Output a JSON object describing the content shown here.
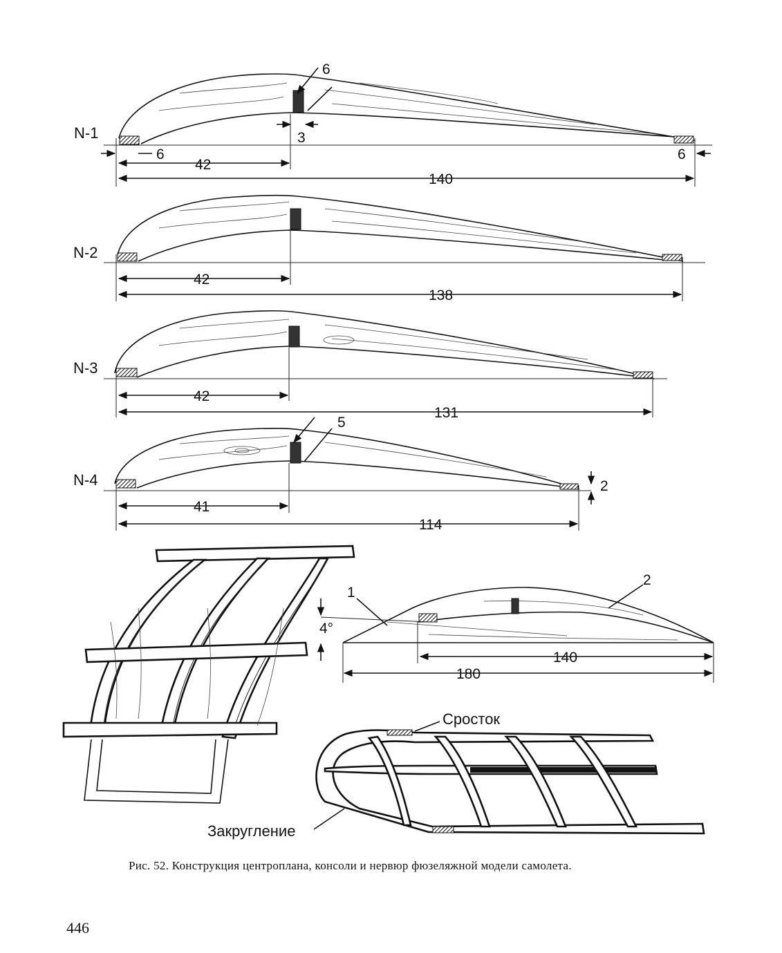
{
  "ribs": [
    {
      "label": "N-1",
      "chord": "140",
      "spar_pos": "42",
      "extra_dims": [
        "6",
        "3",
        "6",
        "6"
      ]
    },
    {
      "label": "N-2",
      "chord": "138",
      "spar_pos": "42"
    },
    {
      "label": "N-3",
      "chord": "131",
      "spar_pos": "42"
    },
    {
      "label": "N-4",
      "chord": "114",
      "spar_pos": "41",
      "extra_dims": [
        "5",
        "2"
      ]
    }
  ],
  "side_view": {
    "callout_1": "1",
    "callout_2": "2",
    "angle": "4°",
    "dim_inner": "140",
    "dim_outer": "180"
  },
  "wing_detail": {
    "splice_label": "Сросток",
    "rounding_label": "Закругление"
  },
  "caption": "Рис. 52.  Конструкция  центроплана, консоли и нервюр фюзеляжной модели самолета.",
  "page_number": "446"
}
